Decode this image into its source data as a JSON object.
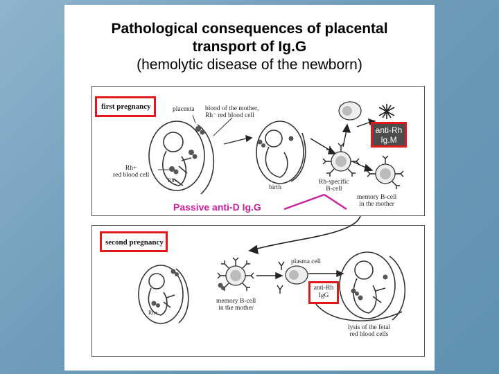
{
  "title": {
    "line1": "Pathological consequences of placental",
    "line2": "transport of Ig.G",
    "line3": "(hemolytic disease of the newborn)"
  },
  "first_panel": {
    "tag": "first pregnancy",
    "placenta": "placenta",
    "blood_mother_1": "blood of the mother,",
    "blood_mother_2": "Rh⁻ red blood cell",
    "rh_plus_1": "Rh+",
    "rh_plus_2": "red blood cell",
    "rh_plus_small": "Rh+",
    "birth": "birth",
    "b_cell_1": "Rh-specific",
    "b_cell_2": "B-cell",
    "memory_1": "memory B-cell",
    "memory_2": "in the mother"
  },
  "anti_rh_igm": {
    "line1": "anti-Rh",
    "line2": "Ig.M"
  },
  "passive": "Passive anti-D Ig.G",
  "second_panel": {
    "tag": "second pregnancy",
    "plasma_cell": "plasma cell",
    "memory_1": "memory B-cell",
    "memory_2": "in the mother",
    "rh_plus_small": "Rh+",
    "lysis_1": "lysis of the fetal",
    "lysis_2": "red blood cells"
  },
  "anti_rh_igg": {
    "line1": "anti-Rh",
    "line2": "IgG"
  },
  "colors": {
    "highlight_red": "#e01a1a",
    "passive_magenta": "#cc1f9d",
    "background": "#6e9cb9"
  }
}
